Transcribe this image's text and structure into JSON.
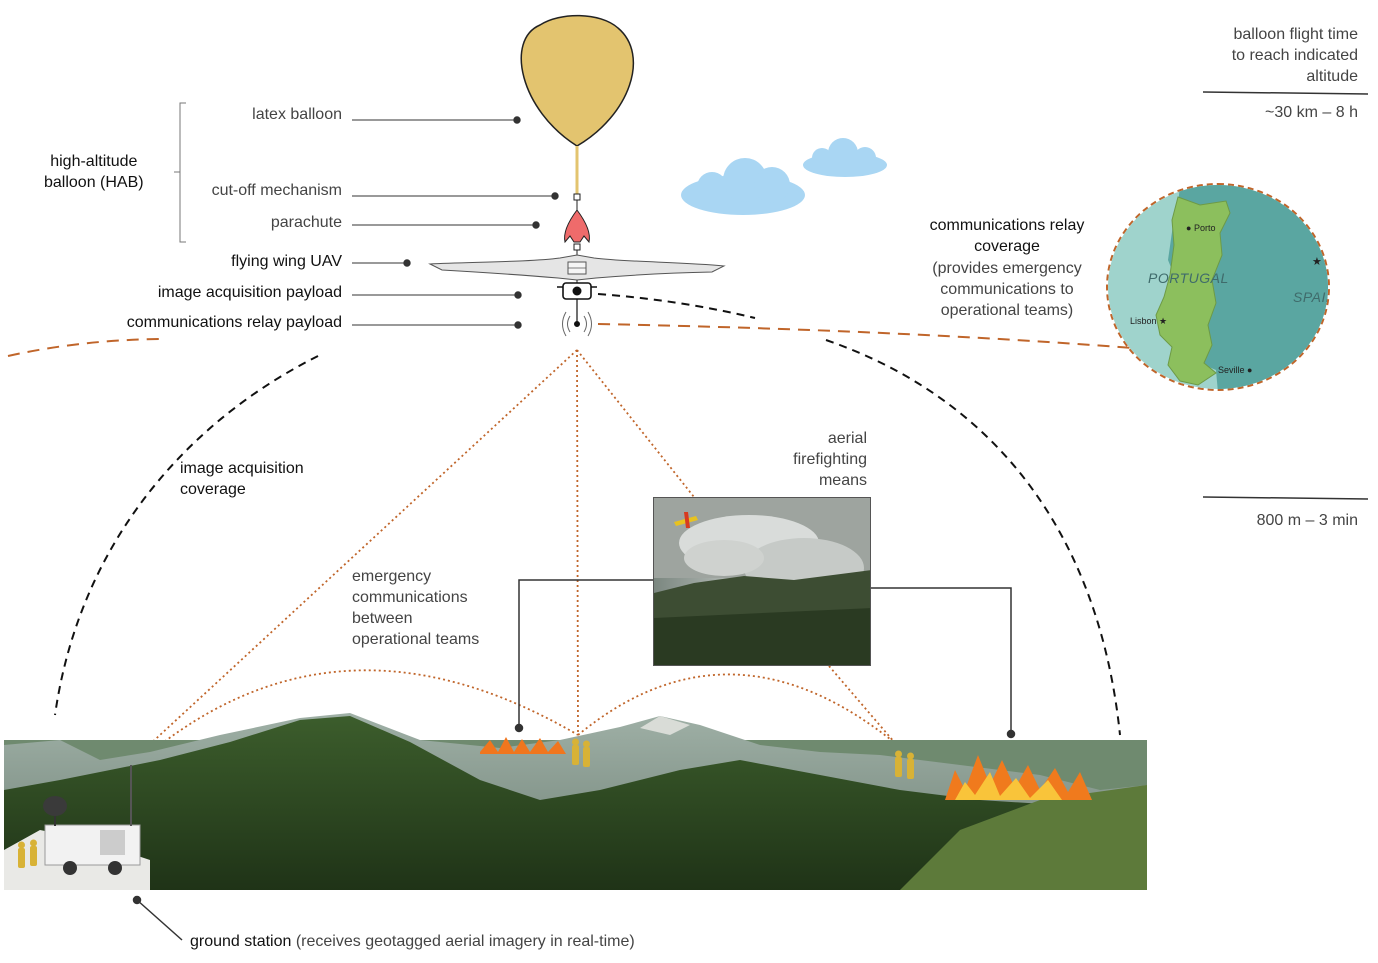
{
  "hab": {
    "group_label": "high-altitude\nballoon (HAB)",
    "latex_balloon": "latex balloon",
    "cutoff": "cut-off mechanism",
    "parachute": "parachute"
  },
  "uav": {
    "flying_wing": "flying wing  UAV",
    "image_payload": "image acquisition payload",
    "comms_payload": "communications relay payload"
  },
  "flight_time": {
    "header": "balloon flight time\nto reach indicated\naltitude",
    "high": "~30 km – 8 h",
    "low": "800 m – 3 min"
  },
  "relay_coverage": {
    "title": "communications relay\ncoverage",
    "desc": "(provides emergency\ncommunications to\noperational teams)"
  },
  "map": {
    "country1": "PORTUGAL",
    "country2": "SPAIN",
    "city1": "Porto",
    "city2": "Lisbon",
    "city3": "Seville",
    "colors": {
      "sea": "#9fd3cc",
      "portugal": "#8cbf5d",
      "spain": "#5aa6a1",
      "border": "#c0652a"
    }
  },
  "image_coverage": "image acquisition\ncoverage",
  "aerial_means": "aerial\nfirefighting\nmeans",
  "emergency_comms": "emergency\ncommunications\nbetween\noperational teams",
  "ground_station": {
    "bold": "ground station",
    "rest": " (receives geotagged aerial imagery in real-time)"
  },
  "colors": {
    "balloon": "#e3c46f",
    "parachute": "#ef6b6b",
    "cloud": "#a9d6f3",
    "relay": "#c0652a",
    "coverage": "#111111"
  }
}
